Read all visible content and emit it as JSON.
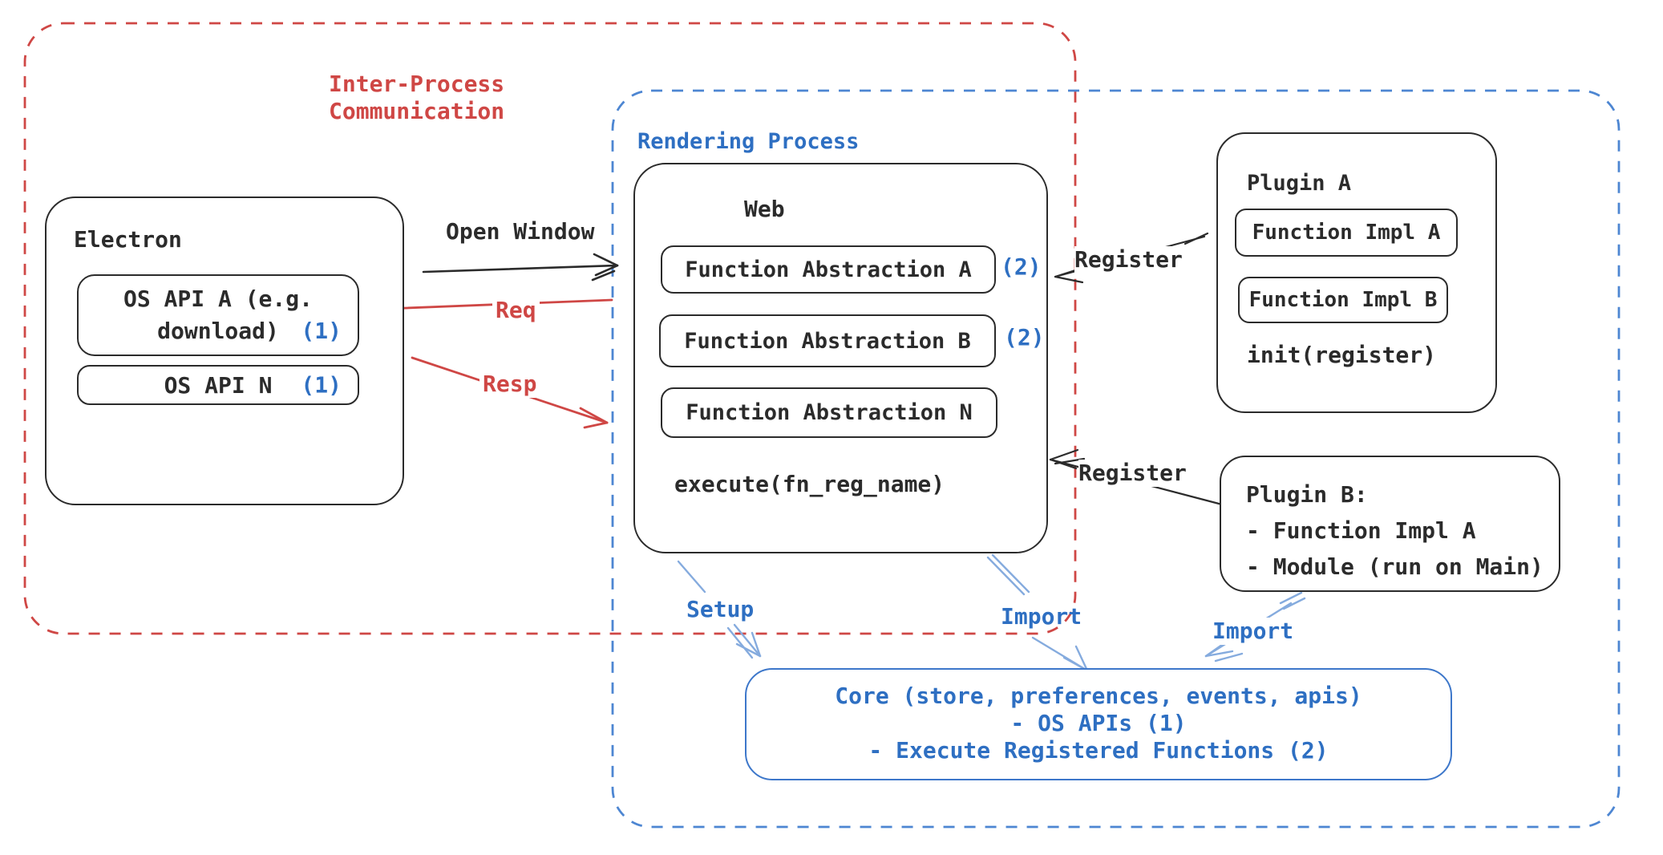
{
  "ipc_group": {
    "label_line1": "Inter-Process",
    "label_line2": "Communication"
  },
  "rendering_group": {
    "label": "Rendering Process"
  },
  "electron": {
    "title": "Electron",
    "os_api_a": {
      "line1": "OS API A (e.g.",
      "line2": "download)",
      "badge": "(1)"
    },
    "os_api_n": {
      "label": "OS API N",
      "badge": "(1)"
    }
  },
  "web": {
    "title": "Web",
    "abstraction_a": {
      "label": "Function Abstraction A",
      "badge": "(2)"
    },
    "abstraction_b": {
      "label": "Function Abstraction B",
      "badge": "(2)"
    },
    "abstraction_n": {
      "label": "Function Abstraction N"
    },
    "execute_label": "execute(fn_reg_name)"
  },
  "plugin_a": {
    "title": "Plugin A",
    "impl_a": "Function Impl A",
    "impl_b": "Function Impl B",
    "init_label": "init(register)"
  },
  "plugin_b": {
    "title": "Plugin B:",
    "item_1": "- Function Impl A",
    "item_2": "- Module (run on Main)"
  },
  "core": {
    "line1": "Core (store, preferences, events, apis)",
    "line2": "- OS APIs (1)",
    "line3": "- Execute Registered Functions (2)"
  },
  "connectors": {
    "open_window": "Open Window",
    "req": "Req",
    "resp": "Resp",
    "register_plugin_a": "Register",
    "register_plugin_b": "Register",
    "setup": "Setup",
    "import_web": "Import",
    "import_plugin_b": "Import"
  },
  "colors": {
    "red": "#cf4745",
    "blue_text": "#2e6fc2",
    "light_blue_arrow": "#85abde",
    "black": "#2b2b2b",
    "core_border": "#3d77ca",
    "blue_dash": "#4d86d2"
  }
}
